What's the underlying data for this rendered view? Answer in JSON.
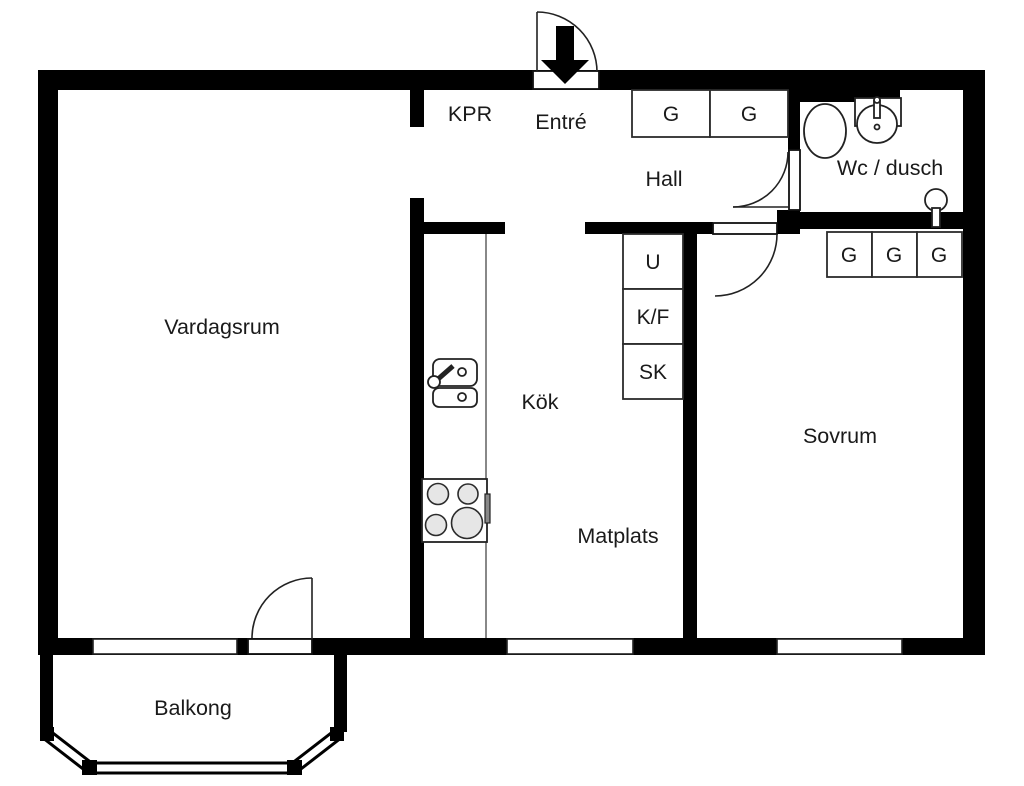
{
  "plan": {
    "rooms": {
      "vardagsrum": "Vardagsrum",
      "kpr": "KPR",
      "entre": "Entré",
      "hall": "Hall",
      "wc": "Wc / dusch",
      "kok": "Kök",
      "matplats": "Matplats",
      "sovrum": "Sovrum",
      "balkong": "Balkong"
    },
    "closets": {
      "hall_g1": "G",
      "hall_g2": "G",
      "sovrum_g1": "G",
      "sovrum_g2": "G",
      "sovrum_g3": "G"
    },
    "kitchen_units": {
      "u": "U",
      "kf": "K/F",
      "sk": "SK"
    },
    "colors": {
      "wall": "#000000",
      "line": "#222222",
      "burner_fill": "#e6e6e6",
      "background": "#ffffff"
    }
  }
}
